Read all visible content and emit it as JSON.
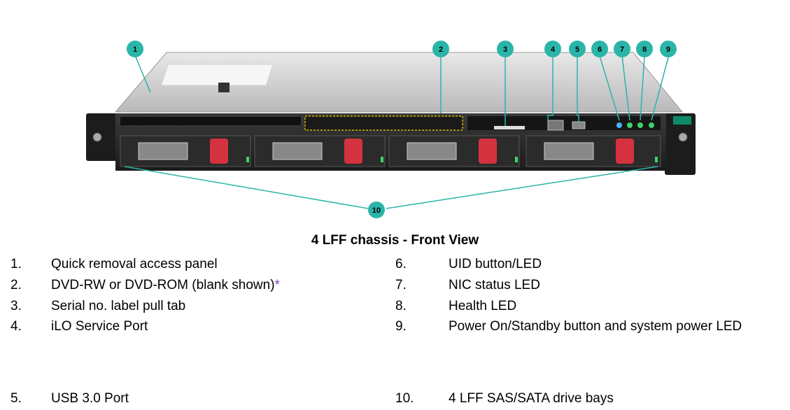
{
  "diagram": {
    "callouts": [
      "1",
      "2",
      "3",
      "4",
      "5",
      "6",
      "7",
      "8",
      "9",
      "10"
    ],
    "caption": "4 LFF chassis - Front View",
    "accent_color": "#2bb5a9"
  },
  "legend": {
    "left": [
      {
        "num": "1.",
        "text": "Quick removal access panel"
      },
      {
        "num": "2.",
        "text": "DVD-RW or DVD-ROM (blank shown)",
        "suffix": "*"
      },
      {
        "num": "3.",
        "text": "Serial no. label pull tab"
      },
      {
        "num": "4.",
        "text": "iLO Service Port"
      },
      {
        "num": "5.",
        "text": "USB 3.0 Port"
      }
    ],
    "right": [
      {
        "num": "6.",
        "text": "UID button/LED"
      },
      {
        "num": "7.",
        "text": "NIC status LED"
      },
      {
        "num": "8.",
        "text": "Health LED"
      },
      {
        "num": "9.",
        "text": "Power On/Standby button and system power LED"
      },
      {
        "num": "10.",
        "text": "4 LFF SAS/SATA drive bays"
      }
    ]
  }
}
